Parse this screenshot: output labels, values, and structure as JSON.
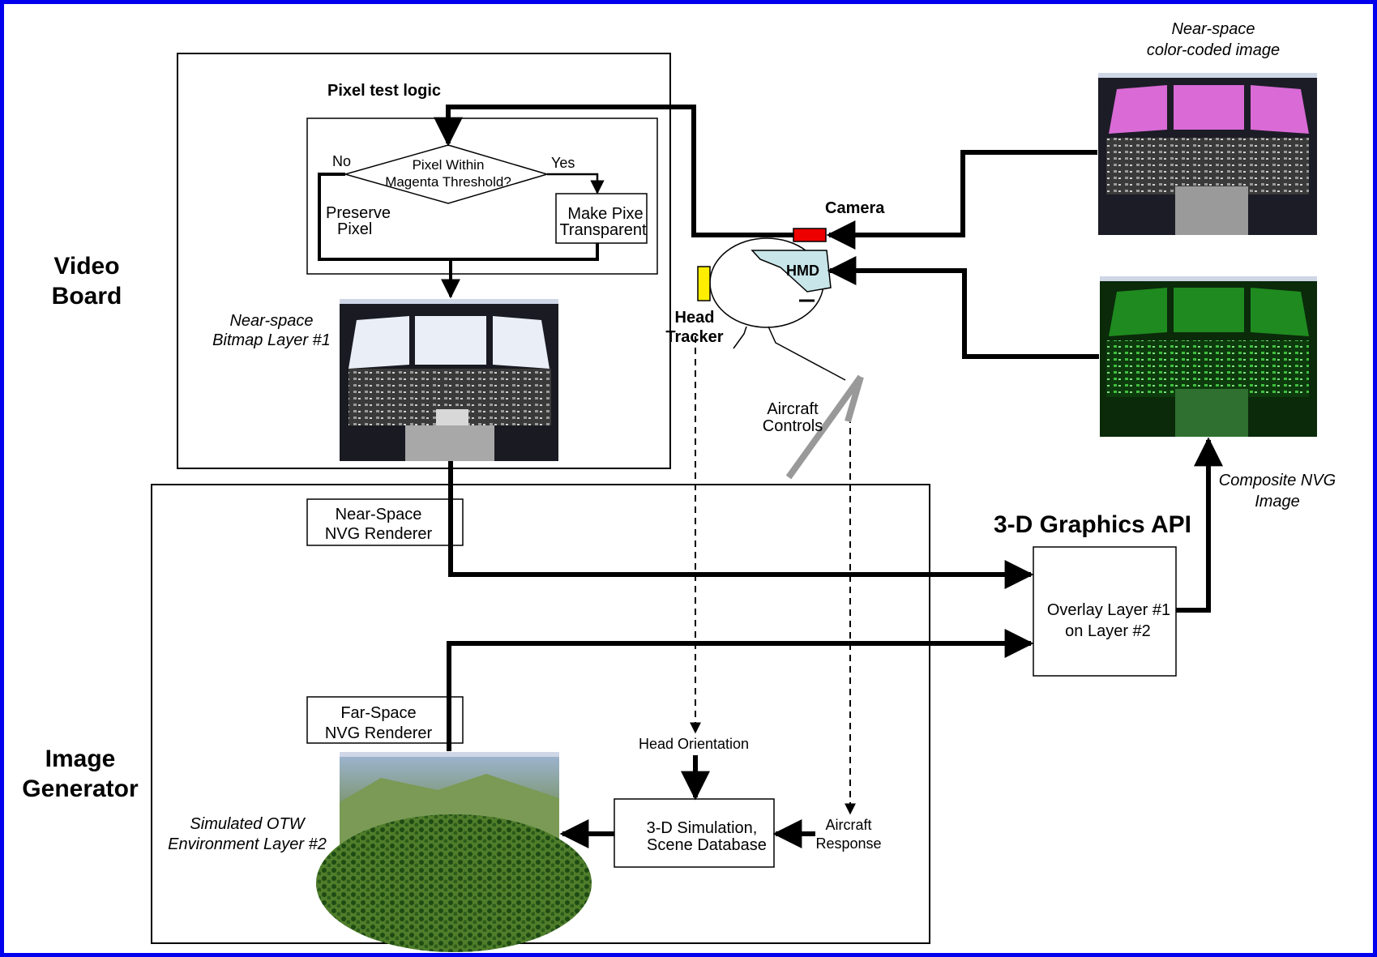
{
  "colors": {
    "frame": "#0000ee",
    "camera": "#ee0000",
    "hmd": "#c8e6ea",
    "head_tracker": "#ffee00",
    "aircraft_controls": "#999999",
    "magenta_overlay": "#d96ad6",
    "nvg_green": "#1f8a1f"
  },
  "sections": {
    "video_board": [
      "Video",
      "Board"
    ],
    "image_generator": [
      "Image",
      "Generator"
    ]
  },
  "pixel_test": {
    "title": "Pixel test logic",
    "decision": [
      "Pixel Within",
      "Magenta Threshold?"
    ],
    "no": "No",
    "yes": "Yes",
    "preserve": [
      "Preserve",
      "Pixel"
    ],
    "make_transparent": [
      "Make Pixe",
      "Transparent"
    ]
  },
  "layers": {
    "near_space_bitmap": [
      "Near-space",
      "Bitmap Layer #1"
    ],
    "simulated_otw": [
      "Simulated OTW",
      "Environment Layer #2"
    ]
  },
  "renderers": {
    "near_space": [
      "Near-Space",
      "NVG Renderer"
    ],
    "far_space": [
      "Far-Space",
      "NVG Renderer"
    ]
  },
  "hardware": {
    "camera": "Camera",
    "hmd": "HMD",
    "head_tracker": [
      "Head",
      "Tracker"
    ],
    "aircraft_controls": [
      "Aircraft",
      "Controls"
    ]
  },
  "graphics_api": {
    "title": "3-D Graphics API",
    "overlay": [
      "Overlay Layer #1",
      "on Layer #2"
    ]
  },
  "images": {
    "near_space_color": [
      "Near-space",
      "color-coded image"
    ],
    "composite_nvg": [
      "Composite NVG",
      "Image"
    ]
  },
  "simulation": {
    "head_orientation": "Head Orientation",
    "scene": [
      "3-D Simulation,",
      "Scene Database"
    ],
    "aircraft_response": [
      "Aircraft",
      "Response"
    ]
  }
}
